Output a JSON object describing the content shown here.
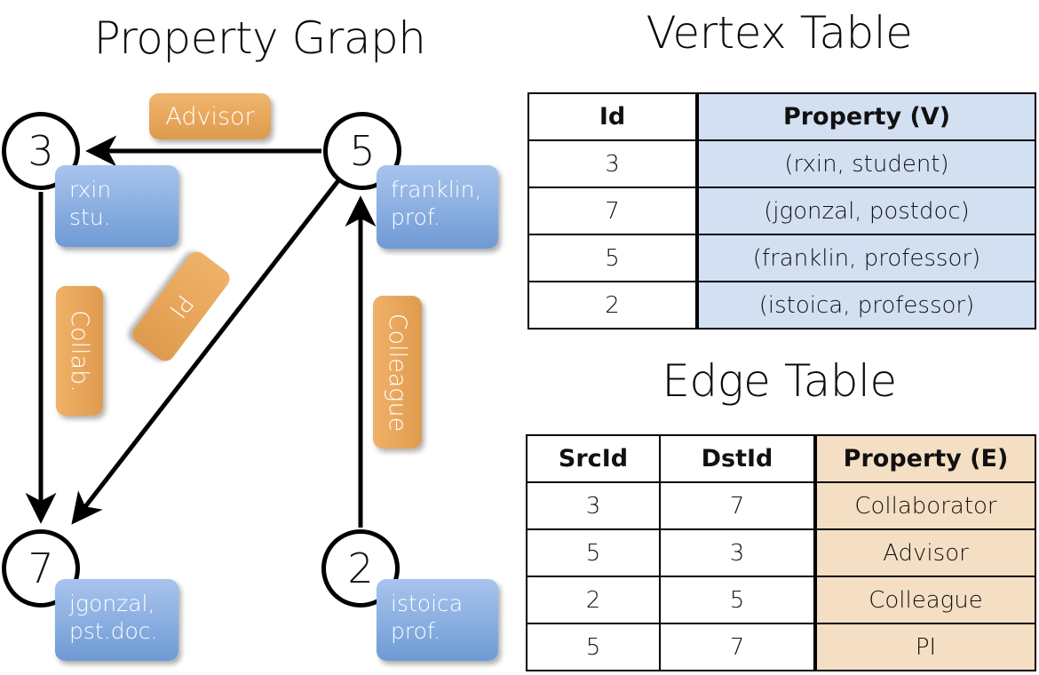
{
  "sections": {
    "graph_title": "Property Graph",
    "vertex_title": "Vertex Table",
    "edge_title": "Edge Table"
  },
  "graph": {
    "nodes": [
      {
        "id": "3",
        "property": "rxin\nstu."
      },
      {
        "id": "5",
        "property": "franklin,\nprof."
      },
      {
        "id": "7",
        "property": "jgonzal,\npst.doc."
      },
      {
        "id": "2",
        "property": "istoica\nprof."
      }
    ],
    "node_labels": {
      "n3": "3",
      "n5": "5",
      "n7": "7",
      "n2": "2"
    },
    "vertex_callouts": {
      "rxin_line1": "rxin",
      "rxin_line2": "stu.",
      "franklin_line1": "franklin,",
      "franklin_line2": "prof.",
      "jgonzal_line1": "jgonzal,",
      "jgonzal_line2": "pst.doc.",
      "istoica_line1": "istoica",
      "istoica_line2": "prof."
    },
    "edge_callouts": {
      "advisor": "Advisor",
      "collab": "Collab.",
      "pi": "PI",
      "colleague": "Colleague"
    },
    "edges": [
      {
        "src": "5",
        "dst": "3",
        "label": "Advisor"
      },
      {
        "src": "3",
        "dst": "7",
        "label": "Collab."
      },
      {
        "src": "5",
        "dst": "7",
        "label": "PI"
      },
      {
        "src": "2",
        "dst": "5",
        "label": "Colleague"
      }
    ]
  },
  "vertex_table": {
    "columns": [
      "Id",
      "Property (V)"
    ],
    "rows": [
      {
        "id": "3",
        "property": "(rxin, student)"
      },
      {
        "id": "7",
        "property": "(jgonzal, postdoc)"
      },
      {
        "id": "5",
        "property": "(franklin, professor)"
      },
      {
        "id": "2",
        "property": "(istoica, professor)"
      }
    ]
  },
  "edge_table": {
    "columns": [
      "SrcId",
      "DstId",
      "Property (E)"
    ],
    "rows": [
      {
        "src": "3",
        "dst": "7",
        "property": "Collaborator"
      },
      {
        "src": "5",
        "dst": "3",
        "property": "Advisor"
      },
      {
        "src": "2",
        "dst": "5",
        "property": "Colleague"
      },
      {
        "src": "5",
        "dst": "7",
        "property": "PI"
      }
    ]
  },
  "colors": {
    "vertex_header": "#d3e0f2",
    "edge_header": "#f5dfc4",
    "vertex_callout": "#8fb2e3",
    "edge_callout": "#e8a65b",
    "background": "#ffffff",
    "stroke": "#000000"
  }
}
